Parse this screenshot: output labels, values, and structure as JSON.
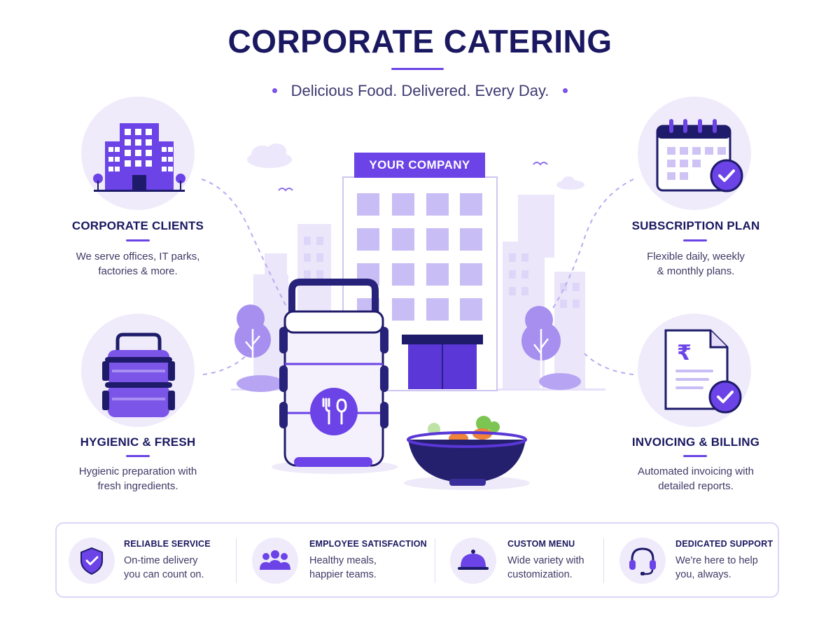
{
  "header": {
    "title": "CORPORATE CATERING",
    "tagline": "Delicious Food. Delivered. Every Day."
  },
  "building_sign": "YOUR COMPANY",
  "features": [
    {
      "title": "CORPORATE CLIENTS",
      "desc_line1": "We serve offices, IT parks,",
      "desc_line2": "factories & more.",
      "icon": "office-building-icon"
    },
    {
      "title": "SUBSCRIPTION PLAN",
      "desc_line1": "Flexible daily, weekly",
      "desc_line2": "& monthly plans.",
      "icon": "calendar-check-icon"
    },
    {
      "title": "HYGIENIC & FRESH",
      "desc_line1": "Hygienic preparation with",
      "desc_line2": "fresh ingredients.",
      "icon": "tiffin-box-icon"
    },
    {
      "title": "INVOICING & BILLING",
      "desc_line1": "Automated invoicing with",
      "desc_line2": "detailed reports.",
      "icon": "rupee-invoice-icon"
    }
  ],
  "bottom_items": [
    {
      "title": "RELIABLE SERVICE",
      "desc_line1": "On-time delivery",
      "desc_line2": "you can count on.",
      "icon": "shield-check-icon"
    },
    {
      "title": "EMPLOYEE SATISFACTION",
      "desc_line1": "Healthy meals,",
      "desc_line2": "happier teams.",
      "icon": "people-group-icon"
    },
    {
      "title": "CUSTOM MENU",
      "desc_line1": "Wide variety with",
      "desc_line2": "customization.",
      "icon": "serving-cloche-icon"
    },
    {
      "title": "DEDICATED SUPPORT",
      "desc_line1": "We're here to help",
      "desc_line2": "you, always.",
      "icon": "headset-icon"
    }
  ],
  "colors": {
    "primary": "#6b43e6",
    "dark_navy": "#1a1860",
    "light_lavender": "#efebfb",
    "mid_lavender": "#c9bdf5"
  }
}
